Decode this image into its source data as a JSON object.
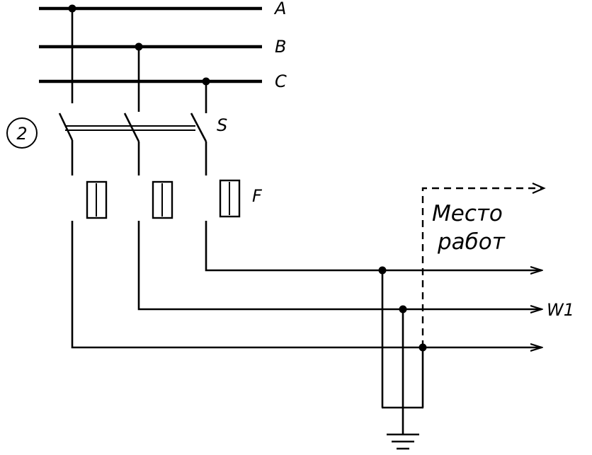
{
  "buses": {
    "phase_a_label": "A",
    "phase_b_label": "B",
    "phase_c_label": "C"
  },
  "switch": {
    "label": "S",
    "marker": "2"
  },
  "fuses": {
    "label": "F"
  },
  "work_area": {
    "line1": "Место",
    "line2": "работ"
  },
  "line_out": {
    "label": "W1"
  },
  "icons": {
    "ground": "ground-symbol-icon",
    "arrow": "arrow-right-icon"
  }
}
